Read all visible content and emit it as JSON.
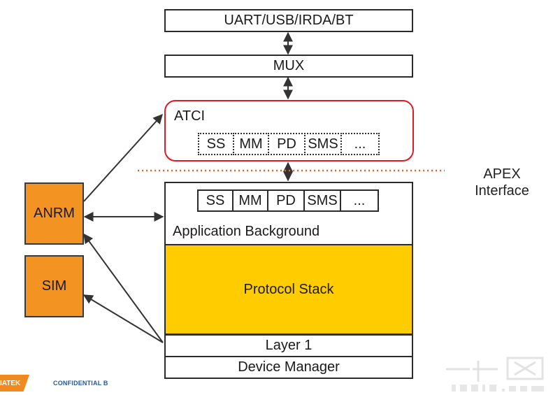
{
  "layers": {
    "uart": "UART/USB/IRDA/BT",
    "mux": "MUX",
    "layer1": "Layer 1",
    "device_manager": "Device Manager"
  },
  "atci": {
    "title": "ATCI",
    "modules": [
      "SS",
      "MM",
      "PD",
      "SMS",
      "..."
    ]
  },
  "application_background": {
    "label": "Application Background",
    "modules": [
      "SS",
      "MM",
      "PD",
      "SMS",
      "..."
    ]
  },
  "protocol_stack": "Protocol Stack",
  "side_blocks": {
    "anrm": "ANRM",
    "sim": "SIM"
  },
  "apex_interface": {
    "line1": "APEX",
    "line2": "Interface"
  },
  "footer": {
    "logo_text": "IATEK",
    "confidential": "CONFIDENTIAL B"
  },
  "colors": {
    "atci_border": "#e01b24",
    "protocol_fill": "#ffcc00",
    "side_fill": "#f39321",
    "apex_line": "#e8632a"
  }
}
